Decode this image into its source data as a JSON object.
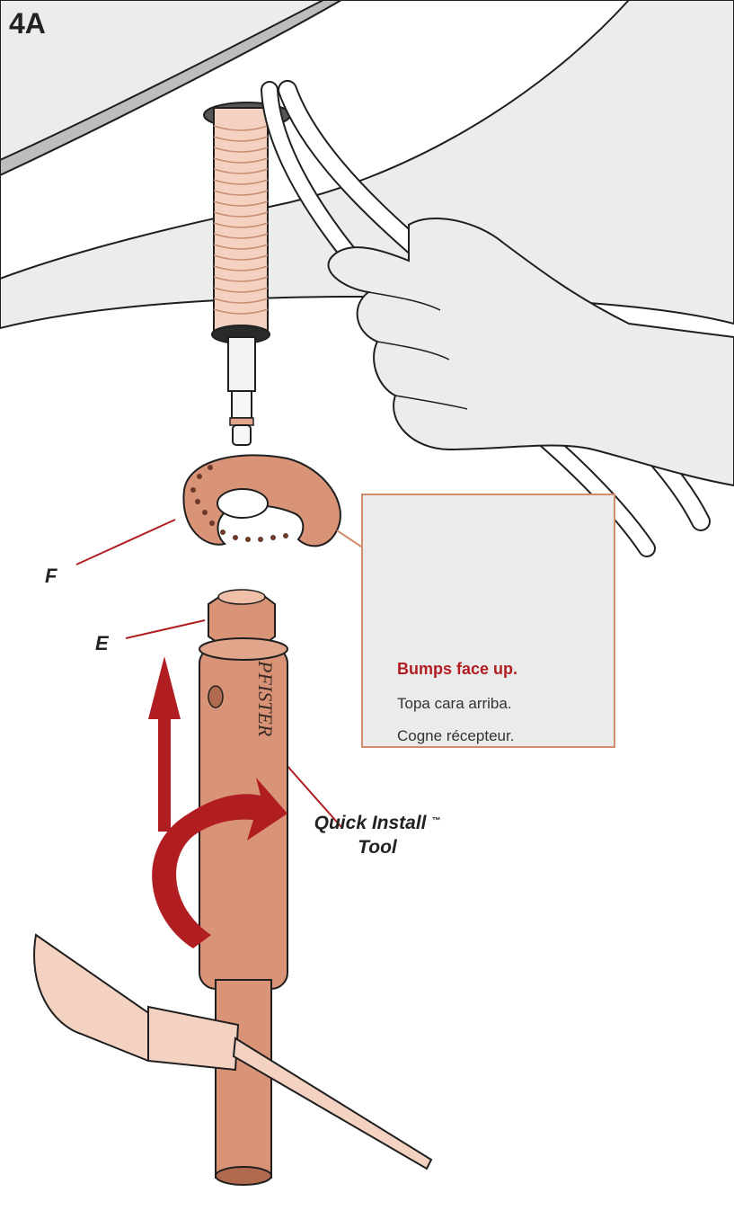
{
  "step": {
    "label": "4A"
  },
  "callouts": {
    "f": "F",
    "e": "E",
    "tool_line1": "Quick Install",
    "tool_tm": "™",
    "tool_line2": "Tool",
    "brand_on_tool": "PFISTER"
  },
  "note_box": {
    "english": "Bumps face up.",
    "spanish": "Topa cara arriba.",
    "french": "Cogne récepteur."
  },
  "colors": {
    "copper": "#d99478",
    "copper_light": "#f0bfa8",
    "copper_dark": "#b06a4e",
    "arrow_red": "#b01e22",
    "box_border": "#d08e6e",
    "box_fill": "#ebebeb",
    "glove": "#ececec",
    "outline": "#1f1f1f"
  }
}
